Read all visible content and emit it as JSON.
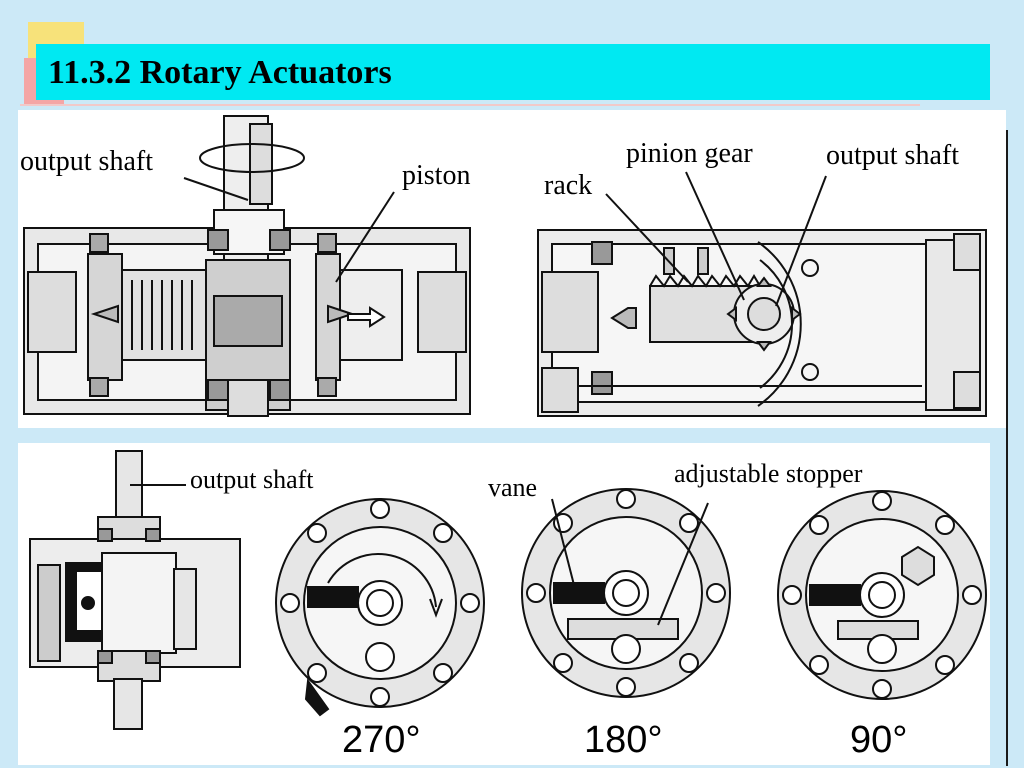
{
  "slide": {
    "title": "11.3.2 Rotary Actuators"
  },
  "top_panel": {
    "left_diagram": {
      "output_shaft_label": "output shaft",
      "piston_label": "piston"
    },
    "right_diagram": {
      "rack_label": "rack",
      "pinion_gear_label": "pinion gear",
      "output_shaft_label": "output shaft"
    }
  },
  "bottom_panel": {
    "output_shaft_label": "output shaft",
    "vane_label": "vane",
    "adjustable_stopper_label": "adjustable stopper",
    "angles": [
      "270°",
      "180°",
      "90°"
    ]
  },
  "colors": {
    "background": "#cce9f7",
    "title_bar": "#00e9f2"
  }
}
